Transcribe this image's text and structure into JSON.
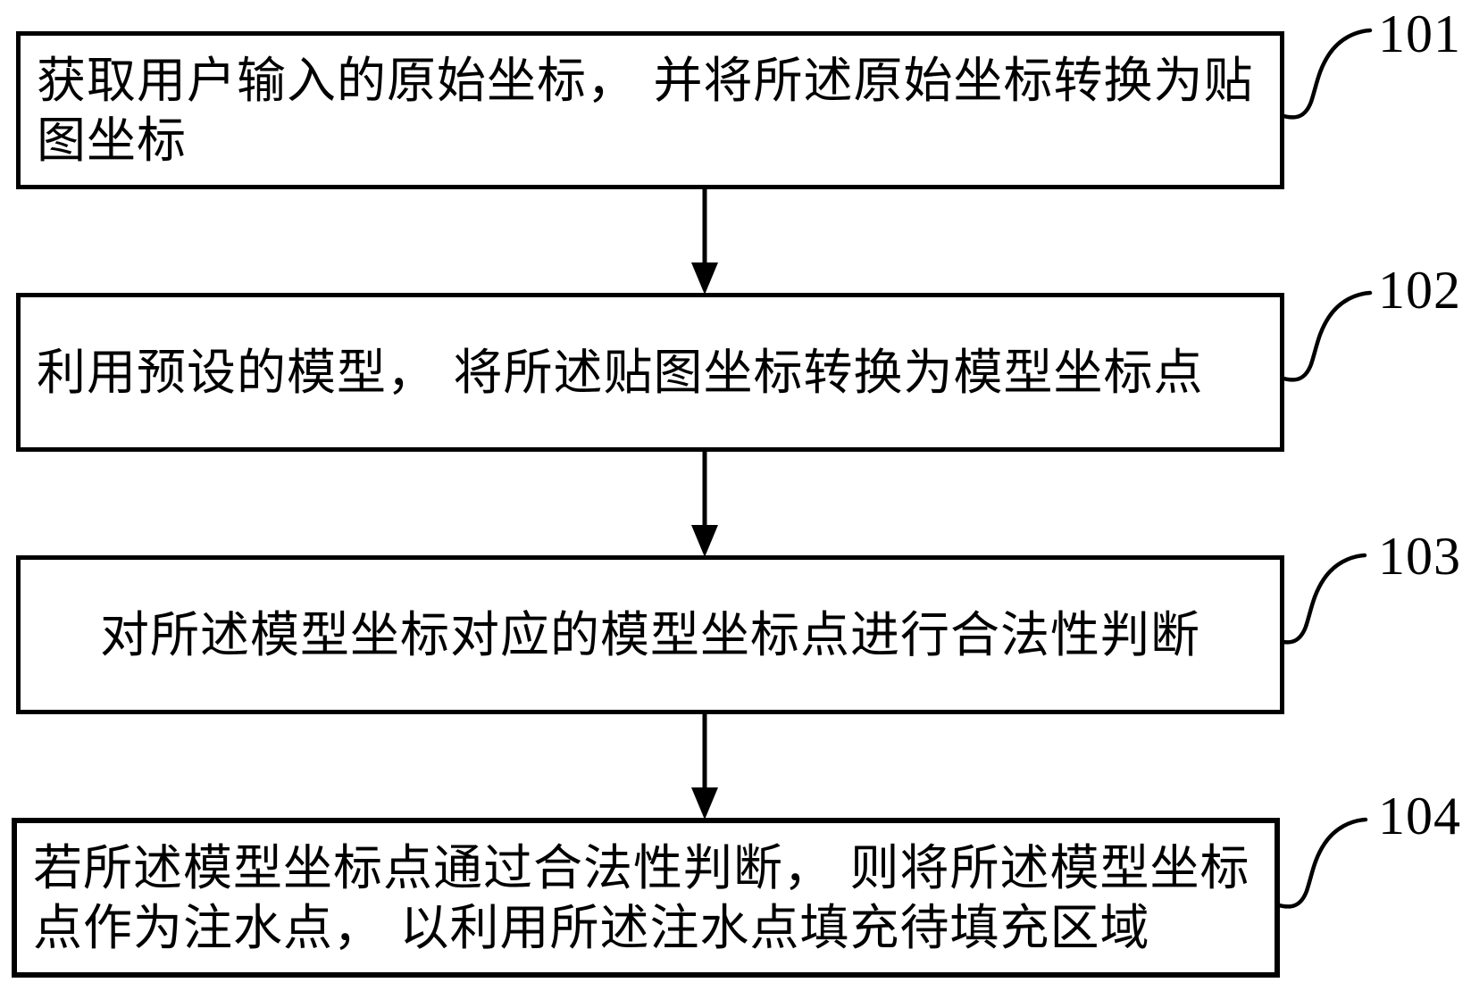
{
  "figure": {
    "colors": {
      "ink": "#000000",
      "background": "#ffffff"
    },
    "steps": [
      {
        "ref": "101",
        "lines": [
          "获取用户输入的原始坐标， 并将所述原始坐标转换为贴",
          "图坐标"
        ]
      },
      {
        "ref": "102",
        "lines": [
          "利用预设的模型， 将所述贴图坐标转换为模型坐标点"
        ]
      },
      {
        "ref": "103",
        "lines": [
          "对所述模型坐标对应的模型坐标点进行合法性判断"
        ]
      },
      {
        "ref": "104",
        "lines": [
          "若所述模型坐标点通过合法性判断， 则将所述模型坐标",
          "点作为注水点， 以利用所述注水点填充待填充区域"
        ]
      }
    ]
  }
}
